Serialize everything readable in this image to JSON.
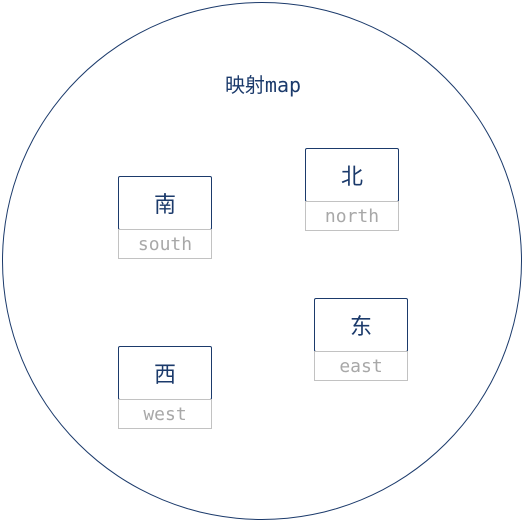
{
  "title": "映射map",
  "entries": [
    {
      "key": "南",
      "value": "south"
    },
    {
      "key": "北",
      "value": "north"
    },
    {
      "key": "西",
      "value": "west"
    },
    {
      "key": "东",
      "value": "east"
    }
  ],
  "colors": {
    "outline": "#1b3a6b",
    "value_border": "#c2c2c2",
    "value_text": "#a8a8a8"
  }
}
